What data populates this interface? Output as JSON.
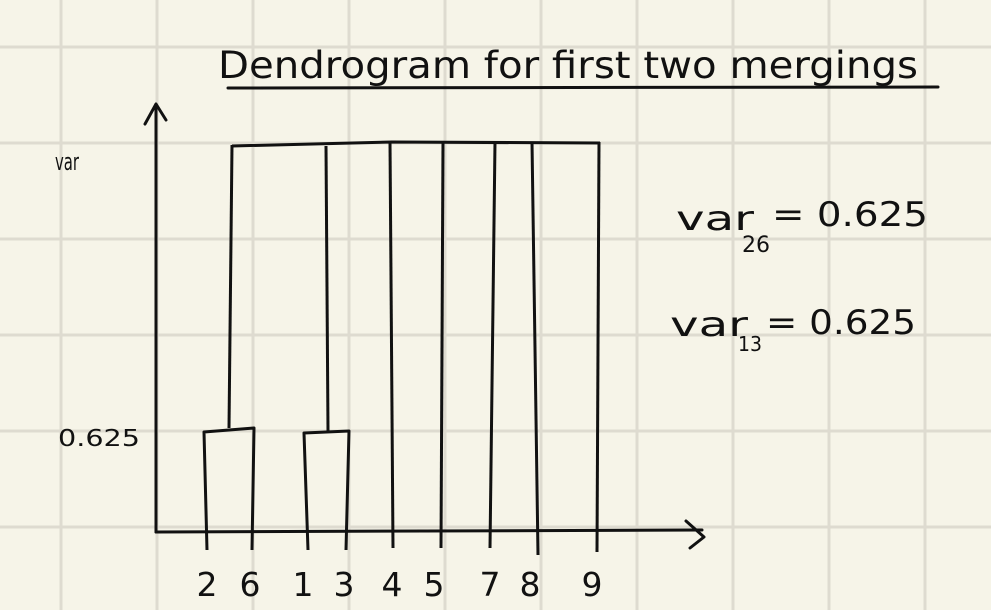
{
  "title": "Dendrogram for first two mergings",
  "y_axis_label": "var",
  "y_tick_label": "0.625",
  "leaves": [
    "2",
    "6",
    "1",
    "3",
    "4",
    "5",
    "7",
    "8",
    "9"
  ],
  "merges": [
    {
      "pair": [
        "2",
        "6"
      ],
      "height": 0.625
    },
    {
      "pair": [
        "1",
        "3"
      ],
      "height": 0.625
    }
  ],
  "annotations": [
    {
      "base": "var",
      "subscript": "26",
      "rhs": "= 0.625"
    },
    {
      "base": "var",
      "subscript": "13",
      "rhs": "= 0.625"
    }
  ],
  "colors": {
    "paper": "#f6f4e8",
    "grid": "#dedbd0",
    "ink": "#111111"
  }
}
